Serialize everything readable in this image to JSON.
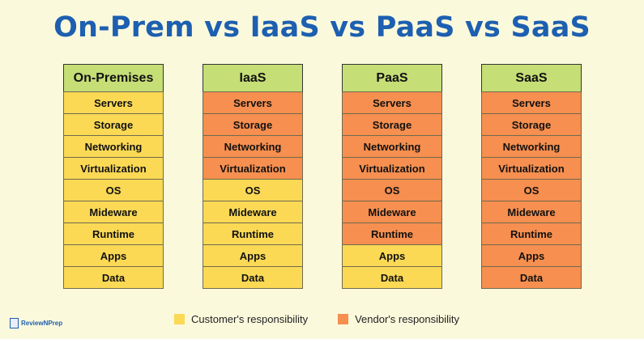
{
  "title": "On-Prem vs  IaaS vs PaaS vs SaaS",
  "colors": {
    "customer": "#fbd955",
    "vendor": "#f68f4f",
    "header": "#c6de76",
    "title": "#1d5fb0"
  },
  "columns": [
    {
      "header": "On-Premises",
      "rows": [
        {
          "label": "Servers",
          "owner": "customer"
        },
        {
          "label": "Storage",
          "owner": "customer"
        },
        {
          "label": "Networking",
          "owner": "customer"
        },
        {
          "label": "Virtualization",
          "owner": "customer"
        },
        {
          "label": "OS",
          "owner": "customer"
        },
        {
          "label": "Mideware",
          "owner": "customer"
        },
        {
          "label": "Runtime",
          "owner": "customer"
        },
        {
          "label": "Apps",
          "owner": "customer"
        },
        {
          "label": "Data",
          "owner": "customer"
        }
      ]
    },
    {
      "header": "IaaS",
      "rows": [
        {
          "label": "Servers",
          "owner": "vendor"
        },
        {
          "label": "Storage",
          "owner": "vendor"
        },
        {
          "label": "Networking",
          "owner": "vendor"
        },
        {
          "label": "Virtualization",
          "owner": "vendor"
        },
        {
          "label": "OS",
          "owner": "customer"
        },
        {
          "label": "Mideware",
          "owner": "customer"
        },
        {
          "label": "Runtime",
          "owner": "customer"
        },
        {
          "label": "Apps",
          "owner": "customer"
        },
        {
          "label": "Data",
          "owner": "customer"
        }
      ]
    },
    {
      "header": "PaaS",
      "rows": [
        {
          "label": "Servers",
          "owner": "vendor"
        },
        {
          "label": "Storage",
          "owner": "vendor"
        },
        {
          "label": "Networking",
          "owner": "vendor"
        },
        {
          "label": "Virtualization",
          "owner": "vendor"
        },
        {
          "label": "OS",
          "owner": "vendor"
        },
        {
          "label": "Mideware",
          "owner": "vendor"
        },
        {
          "label": "Runtime",
          "owner": "vendor"
        },
        {
          "label": "Apps",
          "owner": "customer"
        },
        {
          "label": "Data",
          "owner": "customer"
        }
      ]
    },
    {
      "header": "SaaS",
      "rows": [
        {
          "label": "Servers",
          "owner": "vendor"
        },
        {
          "label": "Storage",
          "owner": "vendor"
        },
        {
          "label": "Networking",
          "owner": "vendor"
        },
        {
          "label": "Virtualization",
          "owner": "vendor"
        },
        {
          "label": "OS",
          "owner": "vendor"
        },
        {
          "label": "Mideware",
          "owner": "vendor"
        },
        {
          "label": "Runtime",
          "owner": "vendor"
        },
        {
          "label": "Apps",
          "owner": "vendor"
        },
        {
          "label": "Data",
          "owner": "vendor"
        }
      ]
    }
  ],
  "legend": {
    "customer_label": "Customer's responsibility",
    "vendor_label": "Vendor's responsibility"
  },
  "logo": {
    "text": "ReviewNPrep"
  }
}
